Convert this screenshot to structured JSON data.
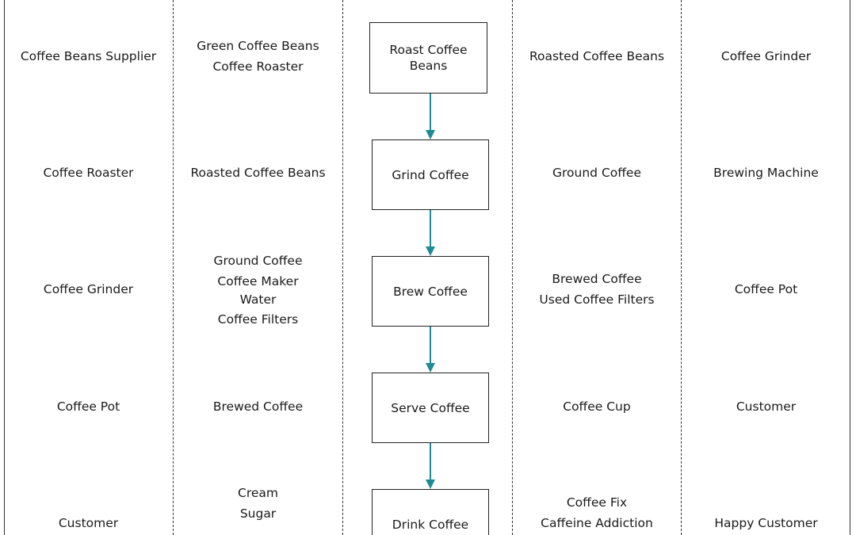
{
  "columns": {
    "suppliers": [
      "Coffee Beans Supplier",
      "Coffee Roaster",
      "Coffee Grinder",
      "Coffee Pot",
      "Customer"
    ],
    "inputs": [
      [
        "Green Coffee Beans",
        "Coffee Roaster"
      ],
      [
        "Roasted Coffee Beans"
      ],
      [
        "Ground Coffee",
        "Coffee Maker",
        "Water",
        "Coffee Filters"
      ],
      [
        "Brewed Coffee"
      ],
      [
        "Cream",
        "Sugar"
      ]
    ],
    "processes": [
      "Roast Coffee Beans",
      "Grind Coffee",
      "Brew Coffee",
      "Serve Coffee",
      "Drink Coffee"
    ],
    "outputs": [
      [
        "Roasted Coffee Beans"
      ],
      [
        "Ground Coffee"
      ],
      [
        "Brewed Coffee",
        "Used Coffee Filters"
      ],
      [
        "Coffee Cup"
      ],
      [
        "Coffee Fix",
        "Caffeine Addiction"
      ]
    ],
    "customers": [
      "Coffee Grinder",
      "Brewing Machine",
      "Coffee Pot",
      "Customer",
      "Happy Customer"
    ]
  },
  "colors": {
    "arrow": "#1f8a96",
    "border": "#222222"
  }
}
